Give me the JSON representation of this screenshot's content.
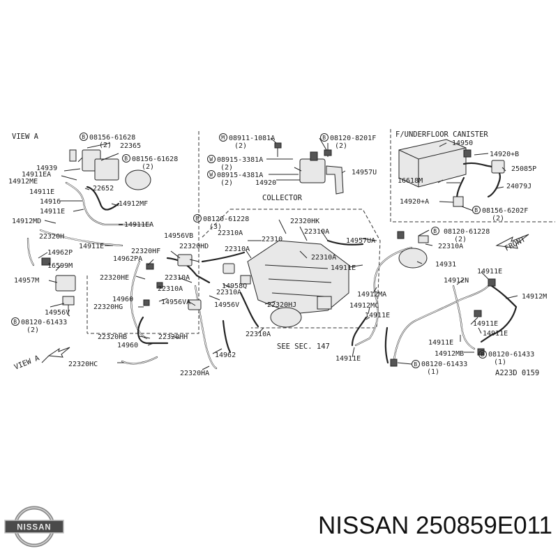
{
  "diagram": {
    "labels": {
      "view_a": "VIEW A",
      "view_a_arrow": "VIEW A",
      "collector": "COLLECTOR",
      "see_sec": "SEE SEC. 147",
      "front": "FRONT",
      "canister_box": "F/UNDERFLOOR CANISTER",
      "ref_code": "A223D 0159"
    },
    "circle_marks": {
      "b": "B",
      "m": "M",
      "w": "W"
    },
    "parts": {
      "p08156_61628_top": "08156-61628",
      "p08156_61628_top_q": "(2)",
      "p22365": "22365",
      "p08156_61628_mid": "08156-61628",
      "p08156_61628_mid_q": "(2)",
      "p14939": "14939",
      "p14911ea_a": "14911EA",
      "p14912me": "14912ME",
      "p22652": "22652",
      "p14911e_a": "14911E",
      "p14916": "14916",
      "p14912mf": "14912MF",
      "p14911e_b": "14911E",
      "p14912md": "14912MD",
      "p14911ea_b": "14911EA",
      "p22320h": "22320H",
      "p14911e_c": "14911E",
      "p14962p": "14962P",
      "p16599m": "16599M",
      "p14957m": "14957M",
      "p14956v": "14956V",
      "p08120_61433_left": "08120-61433",
      "p08120_61433_left_q": "(2)",
      "p08911": "08911-1081A",
      "p08911_q": "(2)",
      "p08915_3381": "08915-3381A",
      "p08915_3381_q": "(2)",
      "p08915_4381": "08915-4381A",
      "p08915_4381_q": "(2)",
      "p14920": "14920",
      "p08120_8201f": "08120-8201F",
      "p08120_8201f_q": "(2)",
      "p14957u": "14957U",
      "p08120_61228_mid": "08120-61228",
      "p08120_61228_mid_q": "(3)",
      "p22320hk": "22320HK",
      "p22310a_1": "22310A",
      "p22310a_2": "22310A",
      "p22310_b": "22310",
      "p22310a_3": "22310A",
      "p22310a_4": "22310A",
      "p14957ua": "14957UA",
      "p22320hf": "22320HF",
      "p14956vb": "14956VB",
      "p22320hd": "22320HD",
      "p14962pa": "14962PA",
      "p22320he": "22320HE",
      "p22310a_5": "22310A",
      "p14958q": "14958Q",
      "p22310a_6": "22310A",
      "p22310a_7": "22310A",
      "p14960_a": "14960",
      "p14956va": "14956VA",
      "p14956v_b": "14956V",
      "p22320hj": "22320HJ",
      "p22320hg": "22320HG",
      "p22320hb": "22320HB",
      "p14960_b": "14960",
      "p22320hh": "22320HH",
      "p22310a_8": "22310A",
      "p14962": "14962",
      "p22320hc": "22320HC",
      "p22320ha": "22320HA",
      "p14911e_d": "14911E",
      "p14912ma": "14912MA",
      "p14912mc": "14912MC",
      "p14911e_e": "14911E",
      "p14911e_f": "14911E",
      "p08120_61228_right": "08120-61228",
      "p08120_61228_right_q": "(2)",
      "p22310a_9": "22310A",
      "p14931": "14931",
      "p14912n": "14912N",
      "p14911e_g": "14911E",
      "p14912m": "14912M",
      "p14911e_h": "14911E",
      "p14911e_i": "14911E",
      "p14911e_j": "14911E",
      "p14912mb": "14912MB",
      "p08120_61433_right": "08120-61433",
      "p08120_61433_right_q": "(1)",
      "p08120_61433_bottom": "08120-61433",
      "p08120_61433_bottom_q": "(1)",
      "p14950": "14950",
      "p14920b": "14920+B",
      "p25085p": "25085P",
      "p16618m": "16618M",
      "p24079j": "24079J",
      "p14920a": "14920+A",
      "p08156_6202f": "08156-6202F",
      "p08156_6202f_q": "(2)"
    }
  },
  "brand": {
    "logo_text": "NISSAN",
    "caption": "NISSAN 250859E011",
    "colors": {
      "logo_dark": "#4a4a4a",
      "logo_light": "#cfcfcf",
      "ink": "#1a1a1a"
    }
  }
}
